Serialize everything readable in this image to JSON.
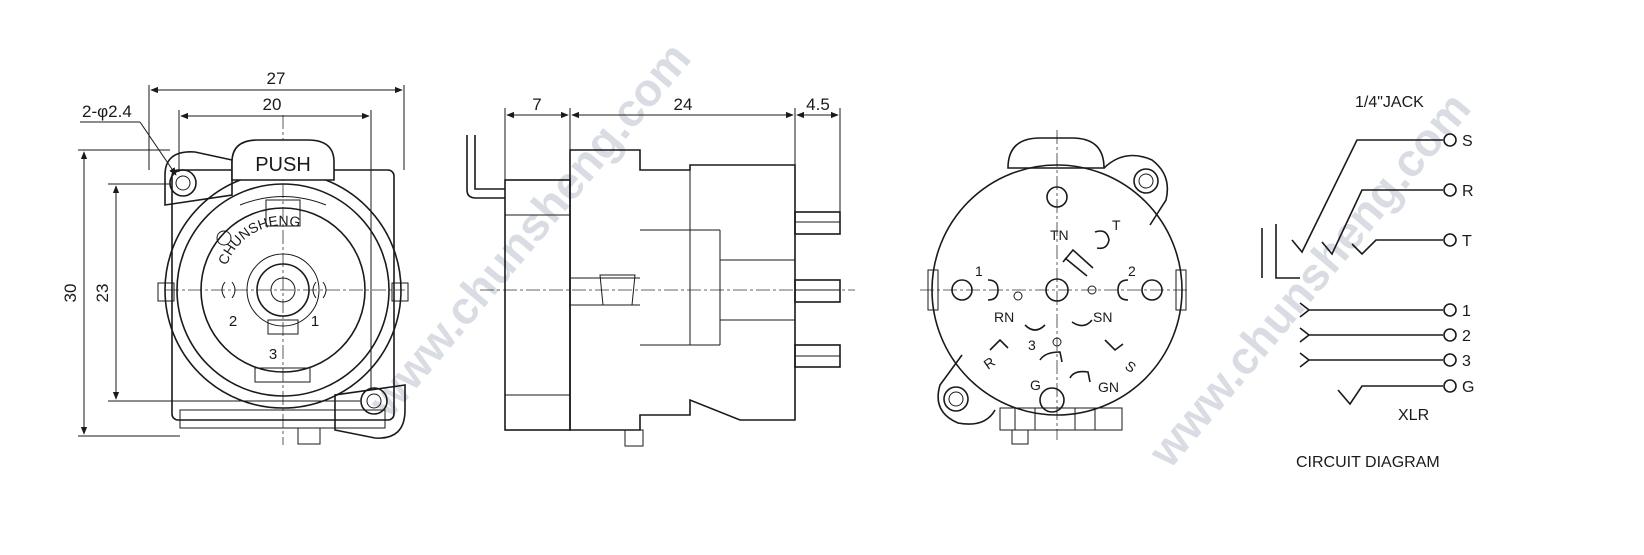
{
  "dimensions": {
    "front_overall_width": "27",
    "front_hole_spacing": "20",
    "front_hole_callout": "2-φ2.4",
    "front_overall_height": "30",
    "front_hole_vertical_spacing": "23",
    "side_panel_depth": "7",
    "side_body_depth": "24",
    "side_pin_length": "4.5"
  },
  "front_view": {
    "push_label": "PUSH",
    "brand_arc": "CHUNSHENG",
    "pin_labels": [
      "1",
      "2",
      "3"
    ]
  },
  "rear_view": {
    "pin_labels": [
      "TN",
      "T",
      "1",
      "2",
      "RN",
      "SN",
      "3",
      "R",
      "S",
      "G",
      "GN"
    ]
  },
  "circuit": {
    "jack_title": "1/4\"JACK",
    "jack_terminals": [
      "S",
      "R",
      "T"
    ],
    "xlr_terminals": [
      "1",
      "2",
      "3",
      "G"
    ],
    "xlr_title": "XLR",
    "caption": "CIRCUIT DIAGRAM"
  },
  "watermark": "www.chunsheng.com",
  "colors": {
    "ink": "#1a1a1a",
    "watermark": "#d9dde3"
  }
}
